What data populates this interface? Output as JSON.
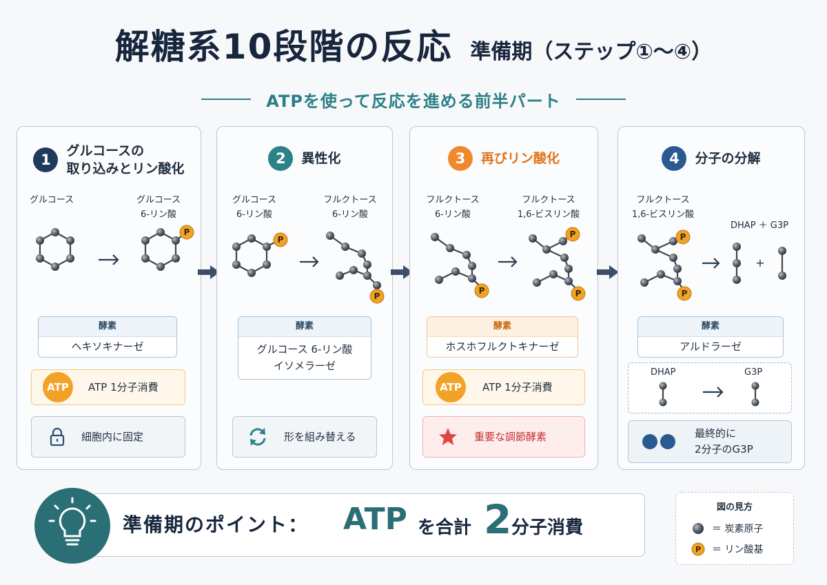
{
  "header": {
    "title": "解糖系10段階の反応",
    "subtitle_phase": "準備期（ステップ①～④）",
    "tagline": "ATPを使って反応を進める前半パート"
  },
  "colors": {
    "step1": "#1f3a5c",
    "step2": "#2b8288",
    "step3": "#ee8a2b",
    "step4": "#2a5a91",
    "accent": "#2b6f76",
    "atp": "#f2a226",
    "regulation_star": "#e04646"
  },
  "steps": [
    {
      "number": "1",
      "title_line1": "グルコースの",
      "title_line2": "取り込みとリン酸化",
      "molecule_from": "グルコース",
      "molecule_to_line1": "グルコース",
      "molecule_to_line2": "6-リン酸",
      "enzyme_label": "酵素",
      "enzyme_name": "ヘキソキナーゼ",
      "atp_badge": "ATP",
      "atp_text": "ATP 1分子消費",
      "note_icon": "lock-icon",
      "note": "細胞内に固定"
    },
    {
      "number": "2",
      "title": "異性化",
      "molecule_from_line1": "グルコース",
      "molecule_from_line2": "6-リン酸",
      "molecule_to_line1": "フルクトース",
      "molecule_to_line2": "6-リン酸",
      "enzyme_label": "酵素",
      "enzyme_name_line1": "グルコース 6-リン酸",
      "enzyme_name_line2": "イソメラーゼ",
      "note_icon": "refresh-icon",
      "note": "形を組み替える"
    },
    {
      "number": "3",
      "title": "再びリン酸化",
      "molecule_from_line1": "フルクトース",
      "molecule_from_line2": "6-リン酸",
      "molecule_to_line1": "フルクトース",
      "molecule_to_line2": "1,6-ビスリン酸",
      "enzyme_label": "酵素",
      "enzyme_name": "ホスホフルクトキナーゼ",
      "atp_badge": "ATP",
      "atp_text": "ATP 1分子消費",
      "note_icon": "star-icon",
      "note": "重要な調節酵素"
    },
    {
      "number": "4",
      "title": "分子の分解",
      "molecule_from_line1": "フルクトース",
      "molecule_from_line2": "1,6-ビスリン酸",
      "molecule_to": "DHAP ＋ G3P",
      "plus": "+",
      "enzyme_label": "酵素",
      "enzyme_name": "アルドラーゼ",
      "dhap": "DHAP",
      "g3p": "G3P",
      "note_icon": "two-circles-icon",
      "note_line1": "最終的に",
      "note_line2": "2分子のG3P"
    }
  ],
  "phosphate_symbol": "P",
  "point": {
    "label": "準備期のポイント：",
    "atp": "ATP",
    "mid": "を合計",
    "number": "2",
    "tail": "分子消費"
  },
  "legend": {
    "title": "図の見方",
    "carbon": "＝ 炭素原子",
    "phosphate_symbol": "P",
    "phosphate": "＝ リン酸基"
  }
}
